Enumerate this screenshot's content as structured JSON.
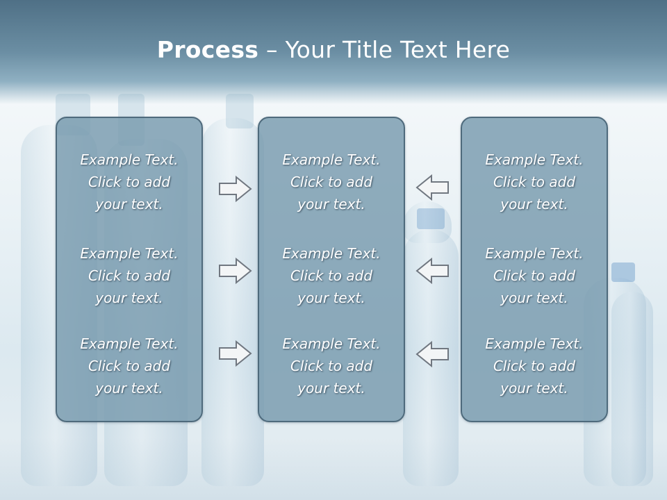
{
  "slide": {
    "title_bold": "Process",
    "title_rest": " – Your Title Text Here"
  },
  "columns": [
    {
      "items": [
        {
          "line1": "Example Text.",
          "line2": "Click  to add",
          "line3": "your text."
        },
        {
          "line1": "Example Text.",
          "line2": "Click  to add",
          "line3": "your text."
        },
        {
          "line1": "Example Text.",
          "line2": "Click  to add",
          "line3": "your text."
        }
      ]
    },
    {
      "items": [
        {
          "line1": "Example Text.",
          "line2": "Click  to add",
          "line3": "your text."
        },
        {
          "line1": "Example Text.",
          "line2": "Click  to add",
          "line3": "your text."
        },
        {
          "line1": "Example Text.",
          "line2": "Click  to add",
          "line3": "your text."
        }
      ]
    },
    {
      "items": [
        {
          "line1": "Example Text.",
          "line2": "Click  to add",
          "line3": "your text."
        },
        {
          "line1": "Example Text.",
          "line2": "Click  to add",
          "line3": "your text."
        },
        {
          "line1": "Example Text.",
          "line2": "Click  to add",
          "line3": "your text."
        }
      ]
    }
  ],
  "icons": {
    "left_arrows": "right-arrow-icon",
    "right_arrows": "left-arrow-icon"
  },
  "colors": {
    "header": "#5d7f95",
    "box_fill": "#7698ad",
    "box_border": "#4e6a7c",
    "text": "#ffffff"
  }
}
